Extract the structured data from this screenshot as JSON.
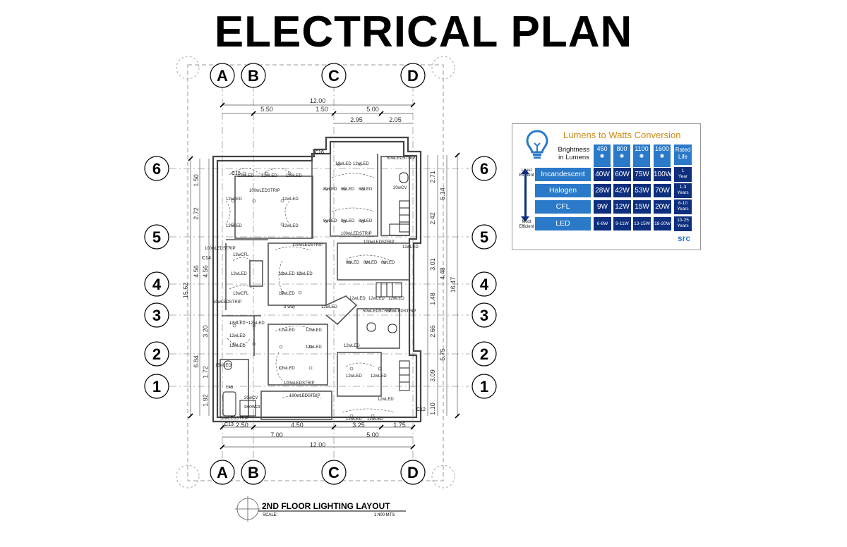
{
  "title": "ELECTRICAL PLAN",
  "grid": {
    "columns": [
      "A",
      "B",
      "C",
      "D"
    ],
    "rows": [
      "6",
      "5",
      "4",
      "3",
      "2",
      "1"
    ]
  },
  "dimensions": {
    "top_total": "12.00",
    "top_segments": [
      "5.50",
      "1.50",
      "5.00"
    ],
    "top_sub": [
      "2.95",
      "2.05"
    ],
    "bottom_segments": [
      "2.50",
      "4.50",
      "3.25",
      "1.75"
    ],
    "bottom_sub": [
      "7.00",
      "5.00"
    ],
    "bottom_total": "12.00",
    "left_total": "15.62",
    "left_segments": [
      "1.50",
      "2.72",
      "4.56",
      "3.20",
      "6.84",
      "1.72",
      "1.92"
    ],
    "right_total": "16.47",
    "right_segments": [
      "2.71",
      "5.14",
      "2.42",
      "3.01",
      "4.48",
      "1.48",
      "2.66",
      "3.09",
      "5.75",
      "1.10"
    ]
  },
  "tags": [
    "C15",
    "C16",
    "C14",
    "C12",
    "C13",
    "CAB",
    "SHOWER"
  ],
  "plan_labels": {
    "led12": "12wLED",
    "led8": "8wLED",
    "strip": "100wLEDSTRIP",
    "strip50": "50wLEDSTRIP",
    "cfl": "13wCFL",
    "led15": "15wLED",
    "led20": "20wCV",
    "way3": "3-way"
  },
  "lumens_chart": {
    "title": "Lumens to Watts Conversion",
    "brightness_label": [
      "Brightness",
      "in Lumens"
    ],
    "lumens": [
      "450",
      "800",
      "1100",
      "1600"
    ],
    "rated_life_label": [
      "Rated",
      "Life"
    ],
    "least_efficient": [
      "Least",
      "Efficient"
    ],
    "most_efficient": [
      "Most",
      "Efficient"
    ],
    "rows": [
      {
        "label": "Incandescent",
        "watts": [
          "40W",
          "60W",
          "75W",
          "100W"
        ],
        "life": [
          "1",
          "Year"
        ]
      },
      {
        "label": "Halogen",
        "watts": [
          "28W",
          "42W",
          "53W",
          "70W"
        ],
        "life": [
          "1-3",
          "Years"
        ]
      },
      {
        "label": "CFL",
        "watts": [
          "9W",
          "12W",
          "15W",
          "20W"
        ],
        "life": [
          "6-10",
          "Years"
        ]
      },
      {
        "label": "LED",
        "watts": [
          "6-8W",
          "9-11W",
          "13-15W",
          "18-20W"
        ],
        "life": [
          "10-25",
          "Years"
        ]
      }
    ],
    "logo": "src",
    "colors": {
      "accent": "#2b7ac9",
      "dark": "#0d2f7e",
      "title": "#d08a10"
    }
  },
  "footer": {
    "layout_title": "2ND FLOOR LIGHTING LAYOUT",
    "scale_label": "SCALE:",
    "scale_value": "1:400 MTS"
  }
}
